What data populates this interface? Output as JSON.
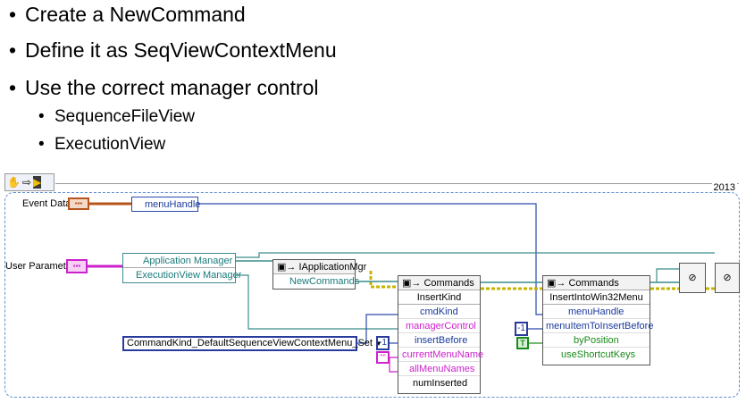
{
  "bullets": [
    "Create a NewCommand",
    "Define it as SeqViewContextMenu",
    "Use the correct manager control"
  ],
  "sub_bullets": [
    "SequenceFileView",
    "ExecutionView"
  ],
  "bullet_glyph": "•",
  "toolbar": {
    "hand_icon": "✋",
    "arrow_icon": "⇨",
    "run_icon": "▶"
  },
  "year": "2013",
  "event_data": {
    "label": "Event Data",
    "term_text": "▪▪▪"
  },
  "user_parameter": {
    "label": "User Parameter",
    "term_text": "▪▪▪"
  },
  "menu_handle_node": {
    "label": "menuHandle"
  },
  "app_manager_node": {
    "rows": [
      "Application Manager",
      "ExecutionView Manager"
    ]
  },
  "iapp_node": {
    "title": "IApplicationMgr",
    "rows": [
      "NewCommands"
    ]
  },
  "enum_control": {
    "value": "CommandKind_DefaultSequenceViewContextMenu_Set",
    "arrow": "▼"
  },
  "commands1": {
    "title": "Commands",
    "rows": [
      "InsertKind",
      "cmdKind",
      "managerControl",
      "insertBefore",
      "currentMenuName",
      "allMenuNames",
      "numInserted"
    ]
  },
  "commands2": {
    "title": "Commands",
    "rows": [
      "InsertIntoWin32Menu",
      "menuHandle",
      "menuItemToInsertBefore",
      "byPosition",
      "useShortcutKeys"
    ]
  },
  "constants": {
    "neg_one_a": "-1",
    "neg_one_b": "-1",
    "true_const": "T",
    "empty_string": "\"\""
  },
  "close_ref": {
    "glyph": "⊘"
  },
  "colors": {
    "teal": "#1a7a7a",
    "blue": "#1a3a9c",
    "pink": "#cc22cc",
    "wire_ref": "#3c8c8c",
    "wire_err": "#c8b400"
  }
}
